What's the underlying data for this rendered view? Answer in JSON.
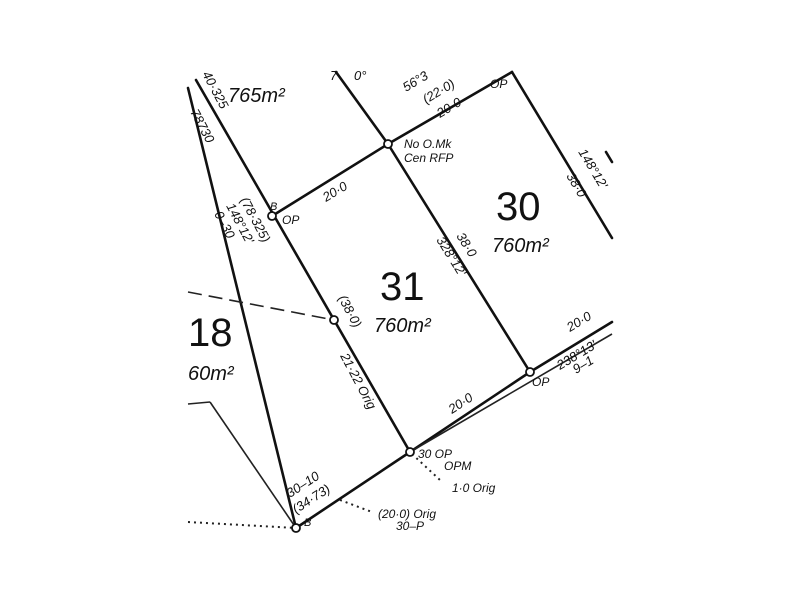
{
  "lots": {
    "lot30": {
      "number": "30",
      "area": "760m²"
    },
    "lot31": {
      "number": "31",
      "area": "760m²"
    },
    "lot18": {
      "number": "18",
      "area": "60m²"
    },
    "lot_top": {
      "area": "765m²"
    }
  },
  "dimensions": {
    "top_lot31": "20·0",
    "top_lot30": "20·0",
    "top_lot30_bracket": "(22·0)",
    "top_bearing_partial": "56°3",
    "lot31_right": "38·0",
    "lot31_right_bearing": "328°12'",
    "lot31_bottom": "20·0",
    "lot30_bottom": "20·0",
    "lot30_right": "38·0",
    "lot30_right_bearing": "148°12'",
    "left_road_1": "(78·325)",
    "left_road_2": "148°12'",
    "left_road_3": "0–30",
    "left_38": "(38·0)",
    "left_orig": "21·22 Orig",
    "bearing_238": "238°13'",
    "bearing_238_sub": "9–1",
    "corner_30_10": "30–10",
    "corner_3473": "(34·73)",
    "top_left_40325": "40·325",
    "top_left_78730": "78730",
    "top_7": "7",
    "top_0": "0°"
  },
  "annotations": {
    "b_top": "B",
    "b_bottom": "B",
    "op_left": "OP",
    "op_top_right": "OP",
    "op_right": "OP",
    "op_bottom": "30 OP",
    "opm": "OPM",
    "no_omk": "No O.Mk",
    "cen_rfp": "Cen RFP",
    "orig_1": "1·0 Orig",
    "orig_20": "(20·0) Orig",
    "orig_20_sub": "30–P"
  }
}
